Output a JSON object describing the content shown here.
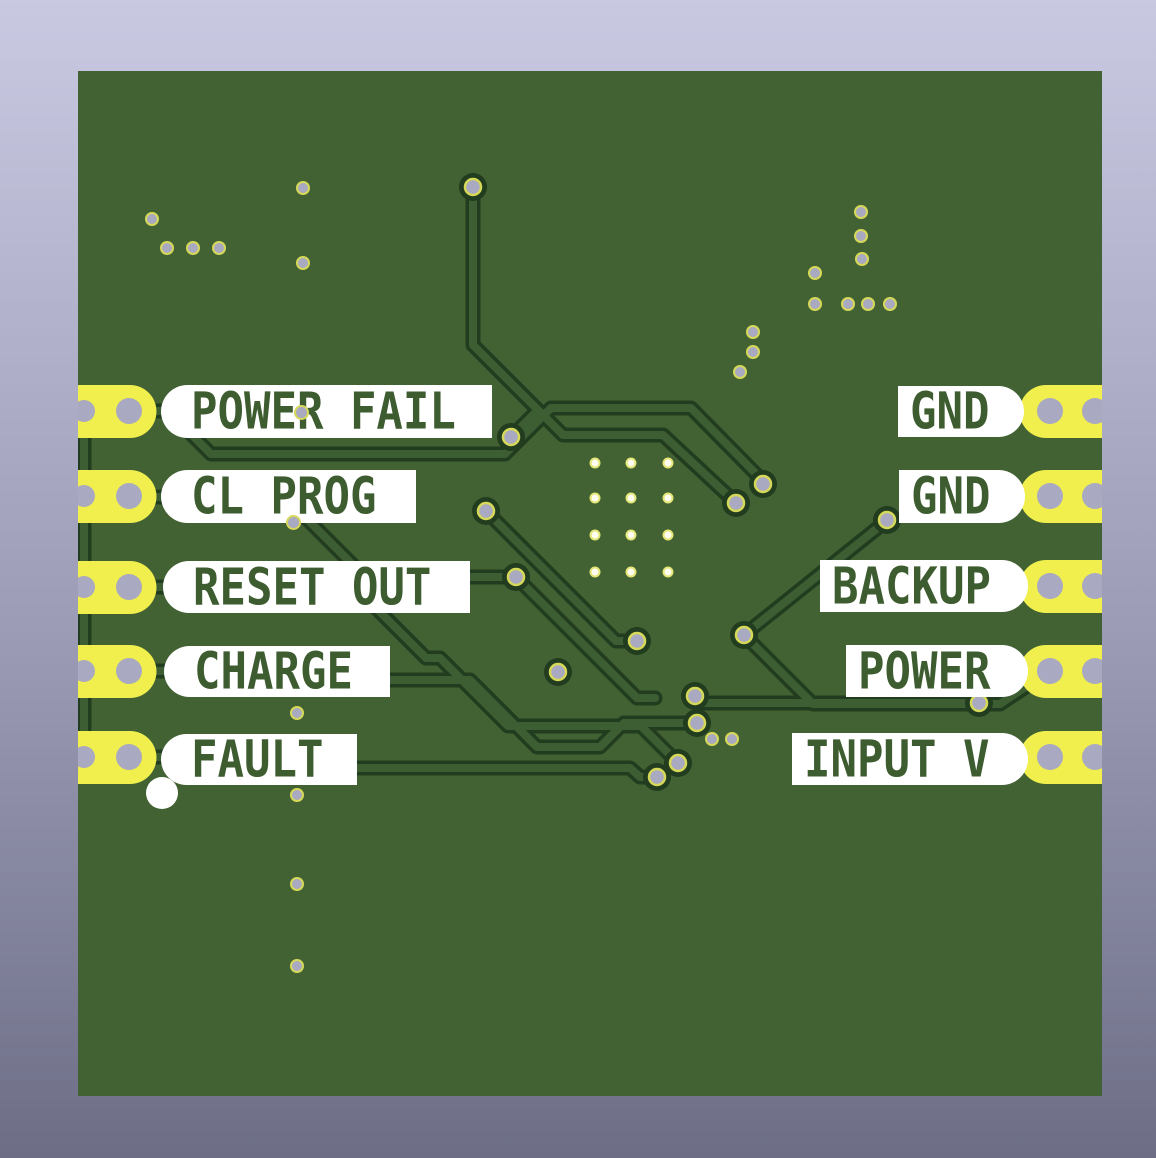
{
  "scene": {
    "type": "pcb-back-side-render",
    "background_top_color": "#c9c9e2",
    "background_bottom_color": "#6d6e86"
  },
  "board": {
    "substrate_color": "#436233",
    "trace_color": "#3d5e33",
    "trace_outline_color": "#213c1e",
    "pad_color": "#f0ef4e",
    "hole_color": "#a9a9c1",
    "via_ring_color": "#d6d958",
    "grid_dot_color": "#fffdf2",
    "silkscreen_color": "#ffffff",
    "silkscreen_text_color": "#3d5c2f"
  },
  "labels": {
    "left": [
      {
        "text": "POWER FAIL"
      },
      {
        "text": "CL PROG"
      },
      {
        "text": "RESET OUT"
      },
      {
        "text": "CHARGE"
      },
      {
        "text": "FAULT"
      }
    ],
    "right": [
      {
        "text": "GND"
      },
      {
        "text": "GND"
      },
      {
        "text": "BACKUP"
      },
      {
        "text": "POWER"
      },
      {
        "text": "INPUT V"
      }
    ]
  }
}
